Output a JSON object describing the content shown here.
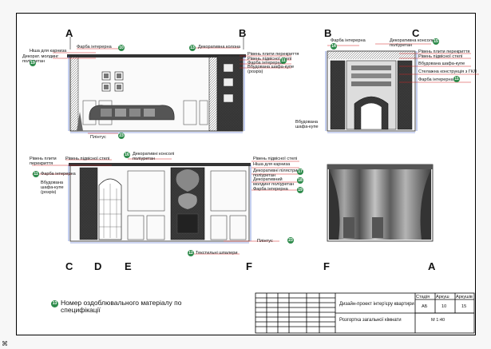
{
  "axis_letters": {
    "top_a": "A",
    "top_b": "B",
    "top_b2": "B",
    "top_c": "C",
    "mid_c": "C",
    "mid_d": "D",
    "mid_e": "E",
    "mid_f": "F",
    "bot_f": "F",
    "bot_a": "A"
  },
  "labels": {
    "nisha": "Ніша для карниза",
    "dekor_moldynh": "Декорат. молдинг поліуретан",
    "farba1": "Фарба інтерерна",
    "dekor_kolona": "Декоративна колона",
    "riven_plyty1": "Рівень плити перекриття",
    "riven_stelia1": "Рівень підвісної стелі",
    "farba2": "Фарба інтерерна",
    "vbud_shafa1": "Вбудована шафа-купе (розріз)",
    "plintus1": "Плінтус",
    "farba3": "Фарба інтерерна",
    "dekor_konsol1": "Декоративна консоль поліуретан",
    "riven_plyty2": "Рівень плити перекриття",
    "riven_stelia2": "Рівень підвісної стелі",
    "vbud_shafa2": "Вбудована шафа-купе",
    "stelazhna": "Стелажна конструкція з ГКЛ",
    "farba4": "Фарба інтерерна",
    "vbud_shafa3": "Вбудована шафа-купе",
    "riven_plyty3": "Рівень плити перекриття",
    "riven_stelia3": "Рівень підвісної стелі",
    "farba5": "Фарба інтерерна",
    "vbud_shafa4": "Вбудована шафа-купе (розріз)",
    "dekor_konsol2": "Декоративні консолі поліуретан",
    "riven_stelia4": "Рівень підвісної стелі",
    "nisha2": "Ніша для карниза",
    "dekor_pilastry": "Декоративні пілястри поліуретан",
    "dekor_moldynh2": "Декоративний молдинг поліуретан",
    "farba6": "Фарба інтерерна",
    "plintus2": "Плінтус",
    "shpalery": "Текстильні шпалери"
  },
  "markers": {
    "m10": "10",
    "m11": "11",
    "m13": "13",
    "m14": "14",
    "m15": "15",
    "m16": "16",
    "m17": "17",
    "m18": "18",
    "m19": "19",
    "m22": "22",
    "m23": "23",
    "m12": "12",
    "mleg": "13"
  },
  "legend_text": "Номер оздоблювального матеріалу по специфікації",
  "title_block": {
    "h_stage": "Стадія",
    "h_sheet": "Аркуш",
    "h_sheets": "Аркушів",
    "project": "Дизайн-проект інтер'єру квартири",
    "stage": "АБ",
    "sheet": "10",
    "sheets": "15",
    "drawing": "Розгортка загальної кімнати",
    "scale": "М 1:40"
  },
  "colors": {
    "leader": "#d22222",
    "marker": "#2e8b4b",
    "dim_line": "#3a5fcf"
  },
  "corner_glyph": "⌘"
}
